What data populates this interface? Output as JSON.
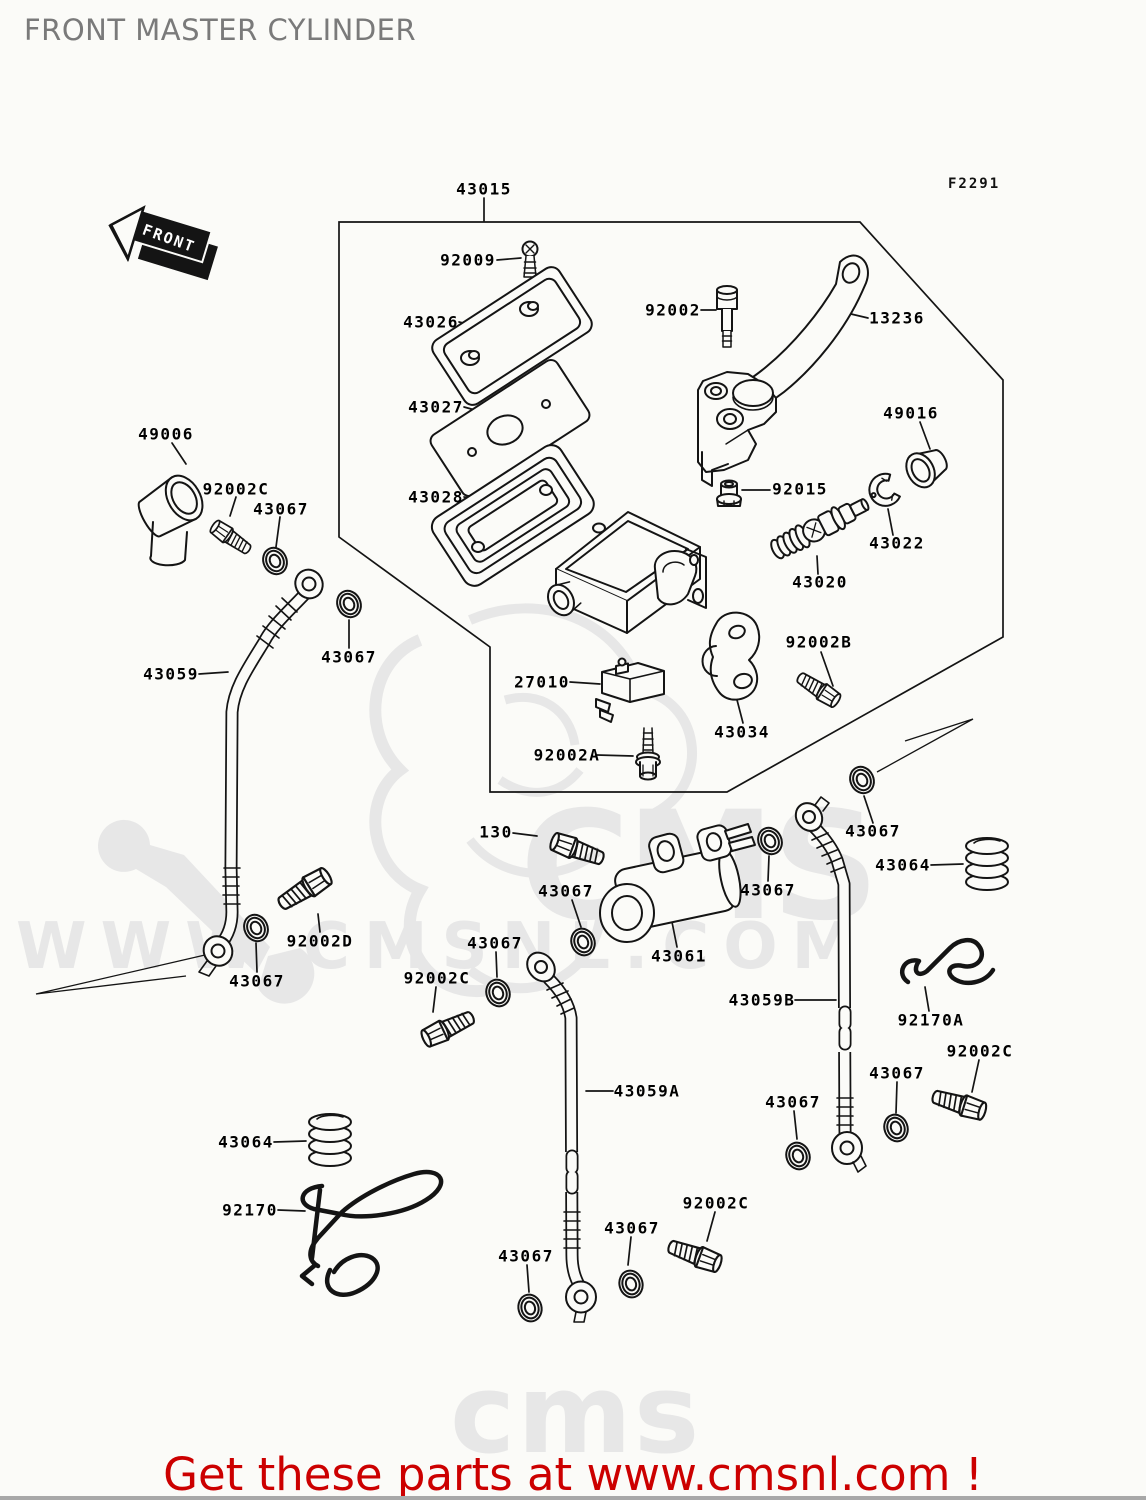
{
  "page": {
    "title": "FRONT MASTER CYLINDER",
    "figure_code": "F2291",
    "footer_text": "Get these parts at www.cmsnl.com !"
  },
  "front_arrow": {
    "text": "FRONT"
  },
  "colors": {
    "promo_red": "#cc0000",
    "title_gray": "#7a7a7a",
    "line_black": "#141414",
    "watermark_gray": "#e7e7e7",
    "bottom_bar_gray": "#a8a8a8"
  },
  "watermark": {
    "big_text": "CMS",
    "url_text": "WWW.CMSNL.COM",
    "bottom_text": "cms"
  },
  "labels": [
    {
      "text": "43015"
    },
    {
      "text": "92009"
    },
    {
      "text": "43026"
    },
    {
      "text": "92002"
    },
    {
      "text": "13236"
    },
    {
      "text": "43027"
    },
    {
      "text": "49016"
    },
    {
      "text": "43028"
    },
    {
      "text": "92015"
    },
    {
      "text": "43022"
    },
    {
      "text": "43020"
    },
    {
      "text": "49006"
    },
    {
      "text": "92002C"
    },
    {
      "text": "43067"
    },
    {
      "text": "43059"
    },
    {
      "text": "43067"
    },
    {
      "text": "92002B"
    },
    {
      "text": "27010"
    },
    {
      "text": "43034"
    },
    {
      "text": "92002A"
    },
    {
      "text": "130"
    },
    {
      "text": "43067"
    },
    {
      "text": "43064"
    },
    {
      "text": "43067"
    },
    {
      "text": "43067"
    },
    {
      "text": "92002D"
    },
    {
      "text": "43067"
    },
    {
      "text": "43061"
    },
    {
      "text": "92002C"
    },
    {
      "text": "43067"
    },
    {
      "text": "43059B"
    },
    {
      "text": "92170A"
    },
    {
      "text": "92002C"
    },
    {
      "text": "43067"
    },
    {
      "text": "43059A"
    },
    {
      "text": "43067"
    },
    {
      "text": "43064"
    },
    {
      "text": "92170"
    },
    {
      "text": "92002C"
    },
    {
      "text": "43067"
    },
    {
      "text": "43067"
    }
  ]
}
